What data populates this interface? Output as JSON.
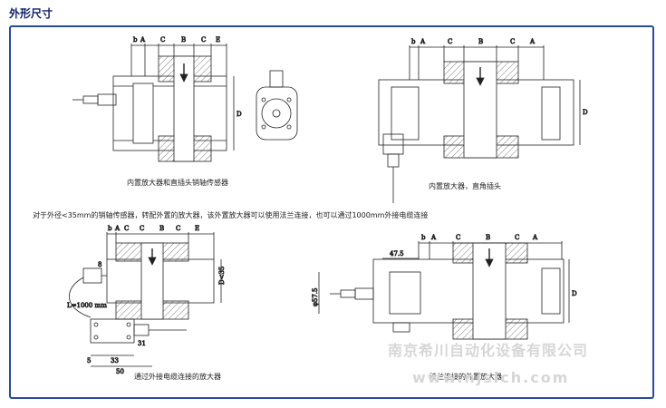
{
  "header": {
    "title": "外形尺寸"
  },
  "captions": {
    "fig1": "内置放大器和直插头销轴传感器",
    "fig2": "内置放大器，直角插头",
    "note": "对于外径<35mm的销轴传感器，转配外置的放大器，该外置放大器可以使用法兰连接，也可以通过1000mm外接电缆连接",
    "fig3": "通过外接电缆连接的放大器",
    "fig4": "法兰连接的外置放大器"
  },
  "dims": {
    "fig1": [
      "b",
      "A",
      "C",
      "B",
      "C",
      "E",
      "D"
    ],
    "fig2": [
      "b",
      "A",
      "C",
      "B",
      "C",
      "A",
      "D"
    ],
    "fig3": [
      "b",
      "A",
      "C",
      "C",
      "B",
      "C",
      "E",
      "D<35",
      "L=1000 mm",
      "31",
      "5",
      "33",
      "50",
      "8"
    ],
    "fig4": [
      "b",
      "A",
      "C",
      "B",
      "C",
      "A",
      "47.5",
      "φ57.5",
      "D"
    ]
  },
  "watermark": {
    "company": "南京希川自动化设备有限公司",
    "url": "www.njsich.com"
  }
}
